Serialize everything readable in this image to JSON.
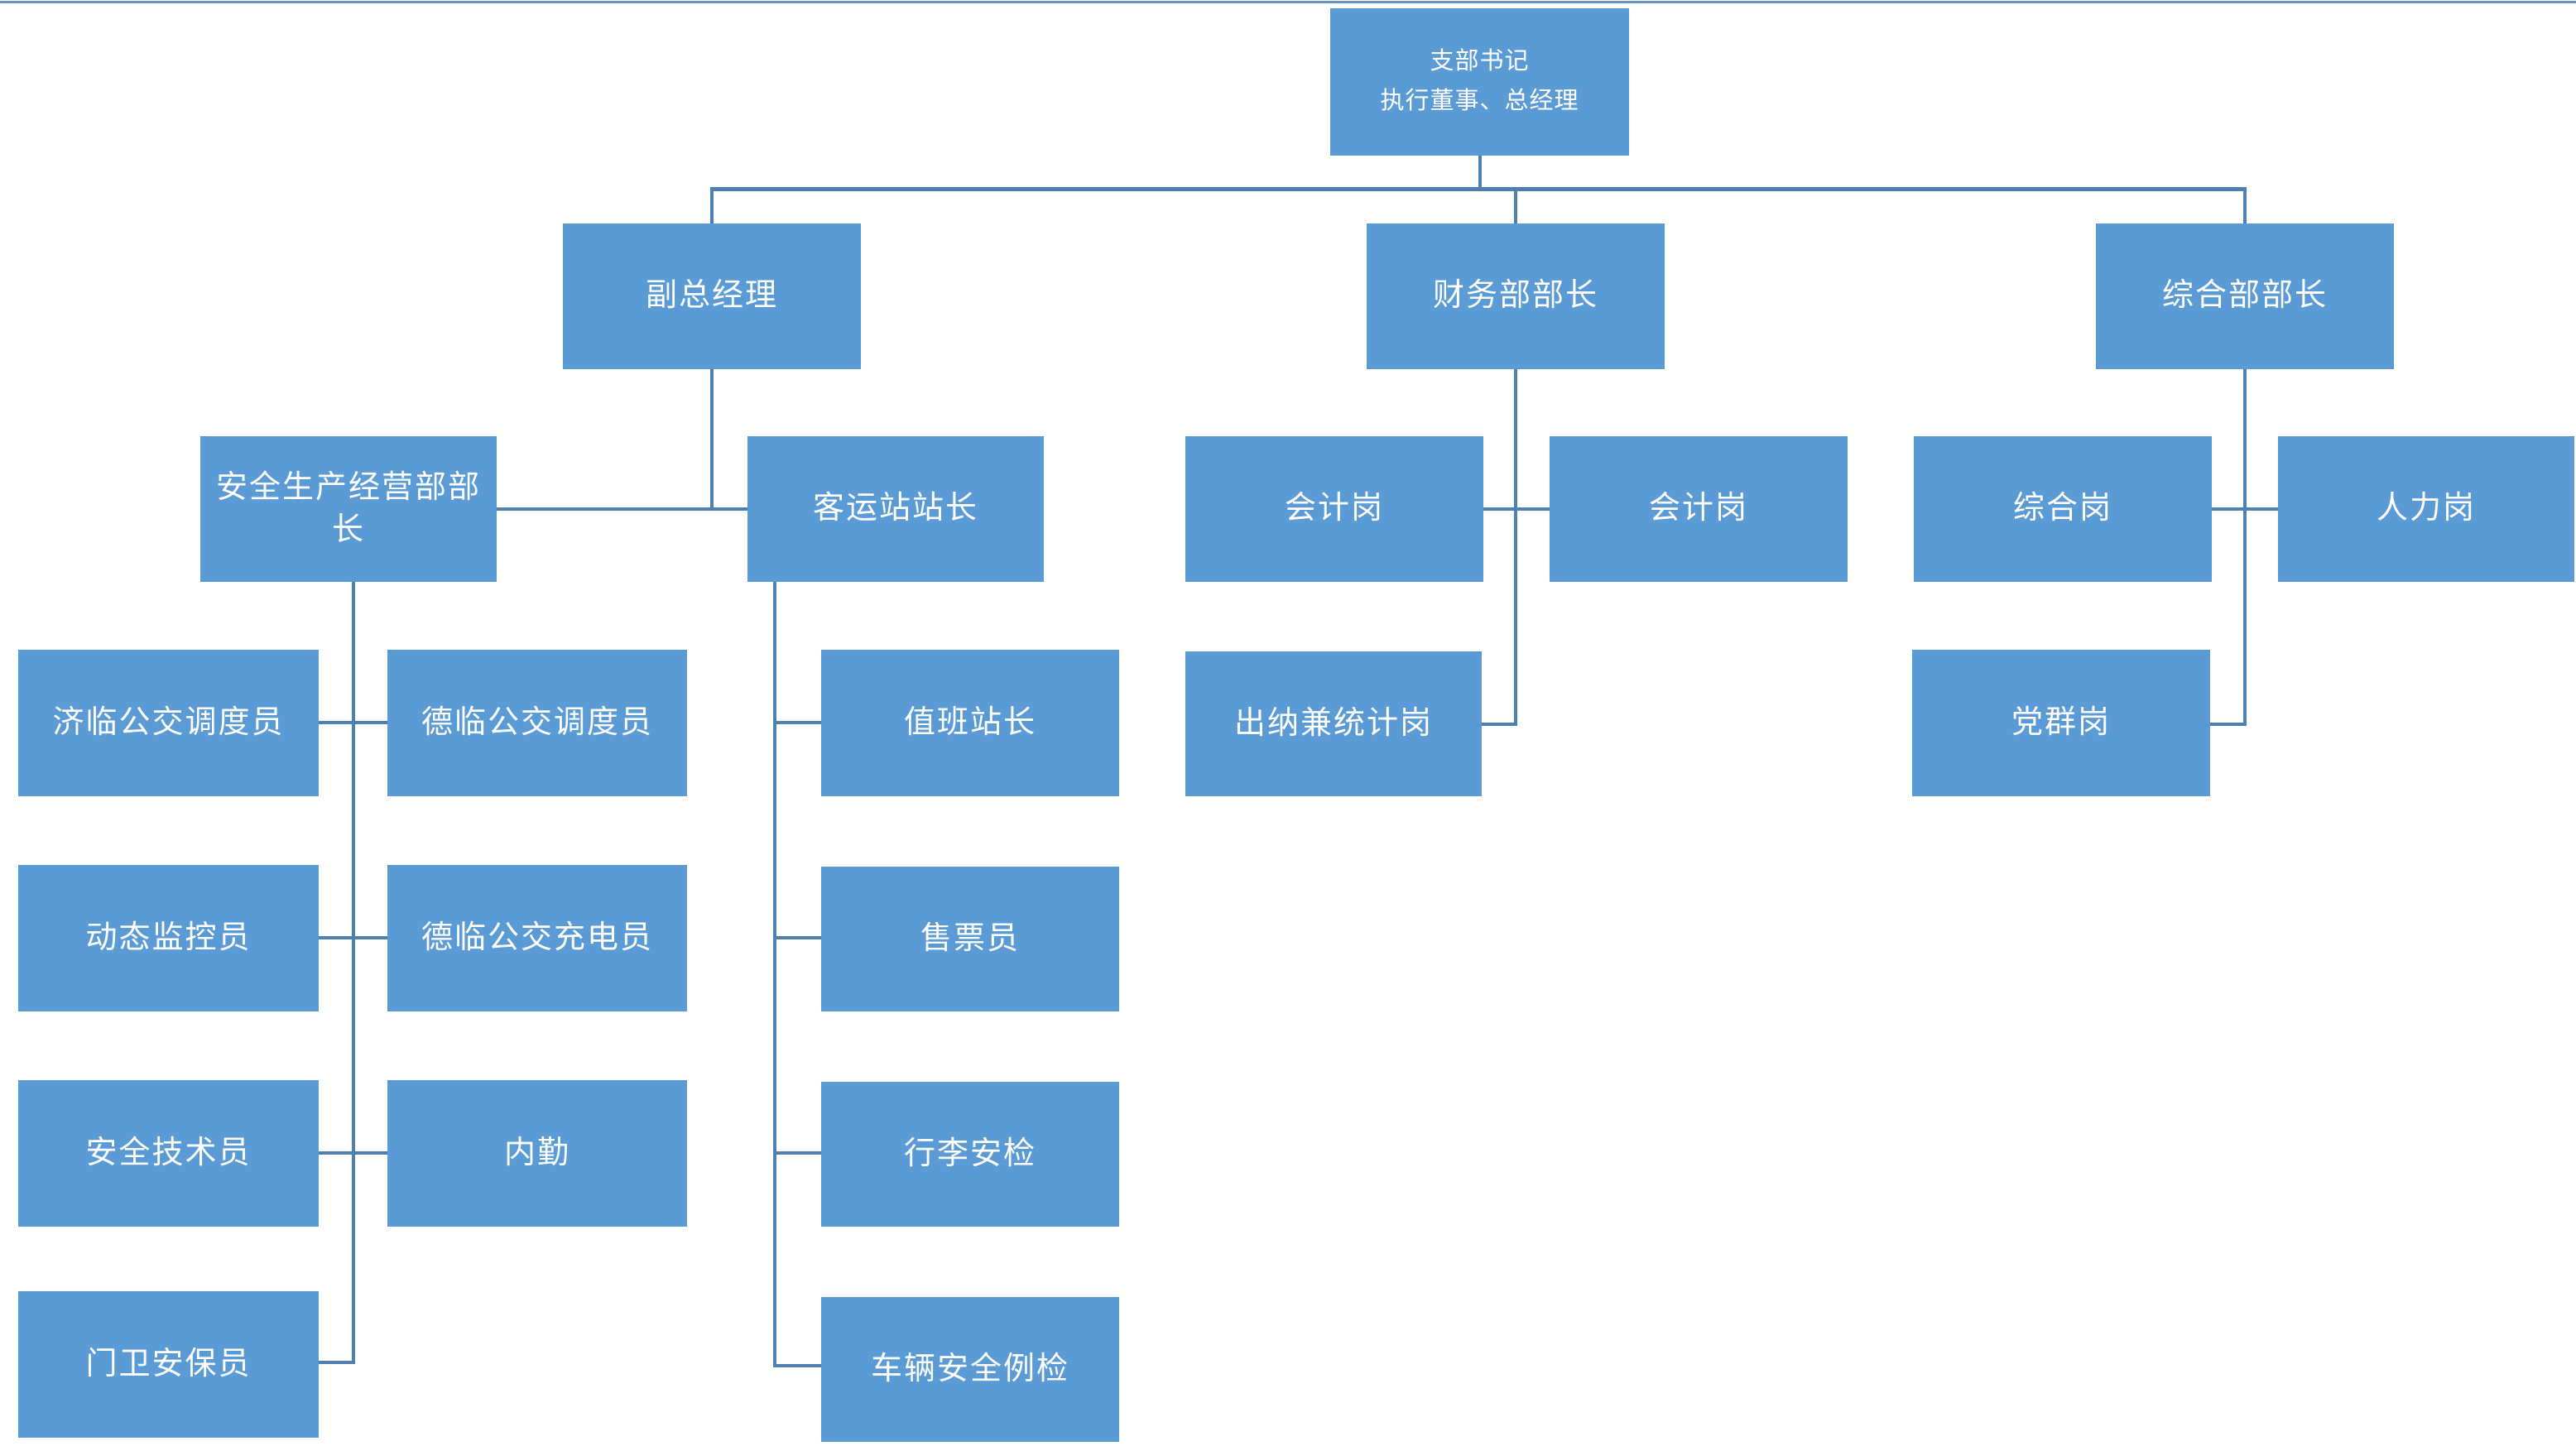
{
  "diagram": {
    "type": "org-chart",
    "colors": {
      "box_fill": "#5b9bd5",
      "connector": "#4e80b1",
      "text": "#ffffff",
      "background": "#ffffff",
      "top_border": "#6693c4"
    },
    "nodes": [
      {
        "id": "branch-secretary-gm",
        "label": "支部书记\n执行董事、总经理",
        "parent": null
      },
      {
        "id": "deputy-gm",
        "label": "副总经理",
        "parent": "branch-secretary-gm"
      },
      {
        "id": "finance-dept-head",
        "label": "财务部部长",
        "parent": "branch-secretary-gm"
      },
      {
        "id": "general-dept-head",
        "label": "综合部部长",
        "parent": "branch-secretary-gm"
      },
      {
        "id": "safety-production-dept-head",
        "label": "安全生产经营部部\n长",
        "parent": "deputy-gm"
      },
      {
        "id": "passenger-station-master",
        "label": "客运站站长",
        "parent": "deputy-gm"
      },
      {
        "id": "accounting-post-1",
        "label": "会计岗",
        "parent": "finance-dept-head"
      },
      {
        "id": "accounting-post-2",
        "label": "会计岗",
        "parent": "finance-dept-head"
      },
      {
        "id": "general-post",
        "label": "综合岗",
        "parent": "general-dept-head"
      },
      {
        "id": "hr-post",
        "label": "人力岗",
        "parent": "general-dept-head"
      },
      {
        "id": "jilin-bus-dispatcher",
        "label": "济临公交调度员",
        "parent": "safety-production-dept-head"
      },
      {
        "id": "delin-bus-dispatcher",
        "label": "德临公交调度员",
        "parent": "safety-production-dept-head"
      },
      {
        "id": "duty-station-master",
        "label": "值班站长",
        "parent": "passenger-station-master"
      },
      {
        "id": "cashier-statistics-post",
        "label": "出纳兼统计岗",
        "parent": "finance-dept-head"
      },
      {
        "id": "party-masses-post",
        "label": "党群岗",
        "parent": "general-dept-head"
      },
      {
        "id": "dynamic-monitor",
        "label": "动态监控员",
        "parent": "safety-production-dept-head"
      },
      {
        "id": "delin-bus-charger",
        "label": "德临公交充电员",
        "parent": "safety-production-dept-head"
      },
      {
        "id": "ticket-seller",
        "label": "售票员",
        "parent": "passenger-station-master"
      },
      {
        "id": "safety-technician",
        "label": "安全技术员",
        "parent": "safety-production-dept-head"
      },
      {
        "id": "office-clerk",
        "label": "内勤",
        "parent": "safety-production-dept-head"
      },
      {
        "id": "luggage-security-check",
        "label": "行李安检",
        "parent": "passenger-station-master"
      },
      {
        "id": "gate-security-guard",
        "label": "门卫安保员",
        "parent": "safety-production-dept-head"
      },
      {
        "id": "vehicle-safety-routine-check",
        "label": "车辆安全例检",
        "parent": "passenger-station-master"
      }
    ]
  }
}
